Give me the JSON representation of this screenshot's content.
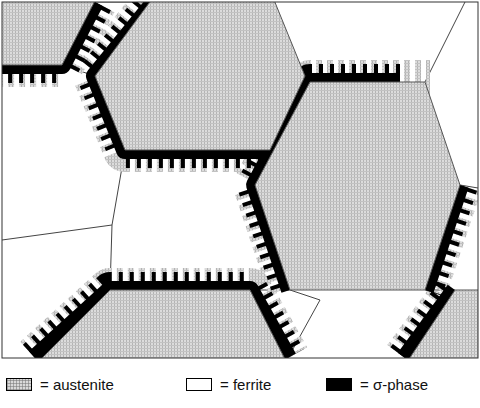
{
  "diagram": {
    "legend": [
      {
        "text": "= austenite",
        "color": "#d9d9d9"
      },
      {
        "text": "= ferrite",
        "color": "#ffffff"
      },
      {
        "text": "= σ-phase",
        "color": "#000000"
      }
    ]
  }
}
